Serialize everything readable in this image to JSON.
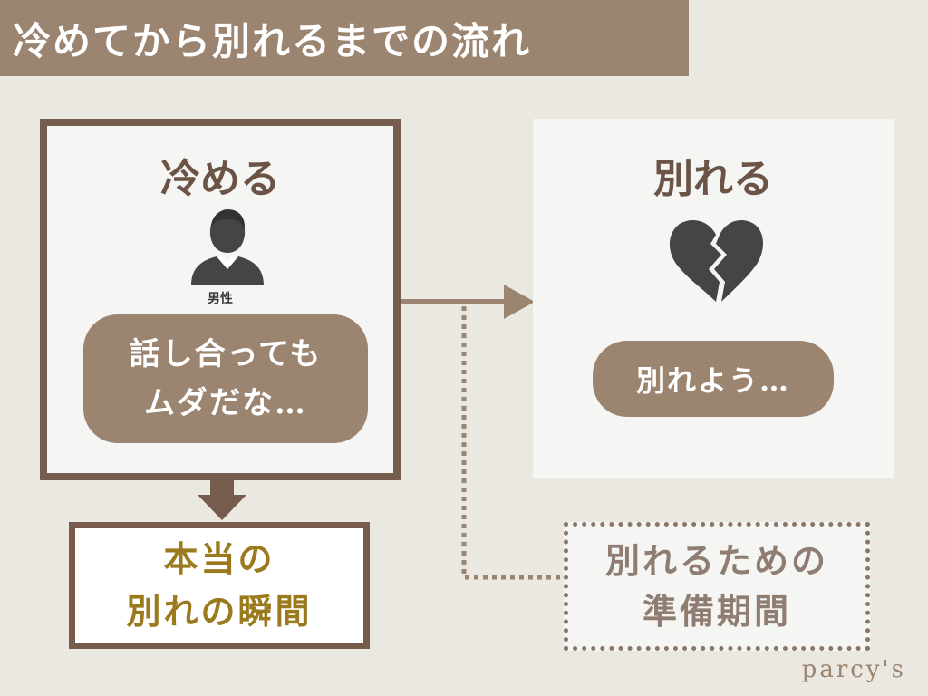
{
  "header": {
    "title": "冷めてから別れるまでの流れ"
  },
  "cool_panel": {
    "heading": "冷める",
    "icon": "person-icon",
    "caption": "男性",
    "speech": [
      "話し合っても",
      "ムダだな…"
    ]
  },
  "break_panel": {
    "heading": "別れる",
    "icon": "broken-heart-icon",
    "speech": "別れよう…"
  },
  "moment_box": {
    "lines": [
      "本当の",
      "別れの瞬間"
    ]
  },
  "prep_box": {
    "lines": [
      "別れるための",
      "準備期間"
    ]
  },
  "brand": "parcy's",
  "colors": {
    "accent": "#9b8570",
    "border": "#765c4c",
    "background": "#ebe8e2",
    "panel": "#f5f5f4",
    "highlight_text": "#9b7a1e"
  }
}
